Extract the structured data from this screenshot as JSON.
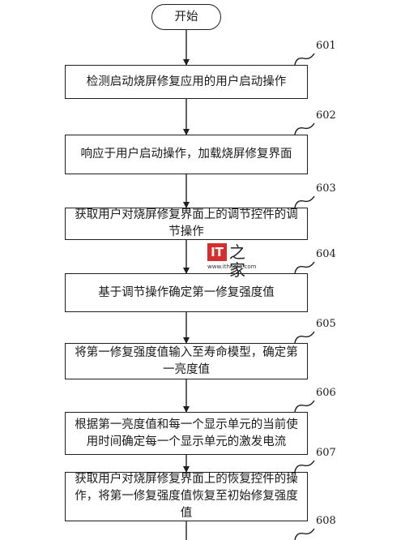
{
  "start": "开始",
  "steps": [
    {
      "id": "601",
      "text": "检测启动烧屏修复应用的用户启动操作"
    },
    {
      "id": "602",
      "text": "响应于用户启动操作，加载烧屏修复界面"
    },
    {
      "id": "603",
      "text": "获取用户对烧屏修复界面上的调节控件的调节操作"
    },
    {
      "id": "604",
      "text": "基于调节操作确定第一修复强度值"
    },
    {
      "id": "605",
      "text": "将第一修复强度值输入至寿命模型，确定第一亮度值"
    },
    {
      "id": "606",
      "text": "根据第一亮度值和每一个显示单元的当前使用时间确定每一个显示单元的激发电流"
    },
    {
      "id": "607",
      "text": "获取用户对烧屏修复界面上的恢复控件的操作，将第一修复强度值恢复至初始修复强度值"
    },
    {
      "id": "608",
      "text": ""
    }
  ],
  "watermark": {
    "logo": "IT",
    "char": "之家",
    "url": "www.ithome.com"
  }
}
